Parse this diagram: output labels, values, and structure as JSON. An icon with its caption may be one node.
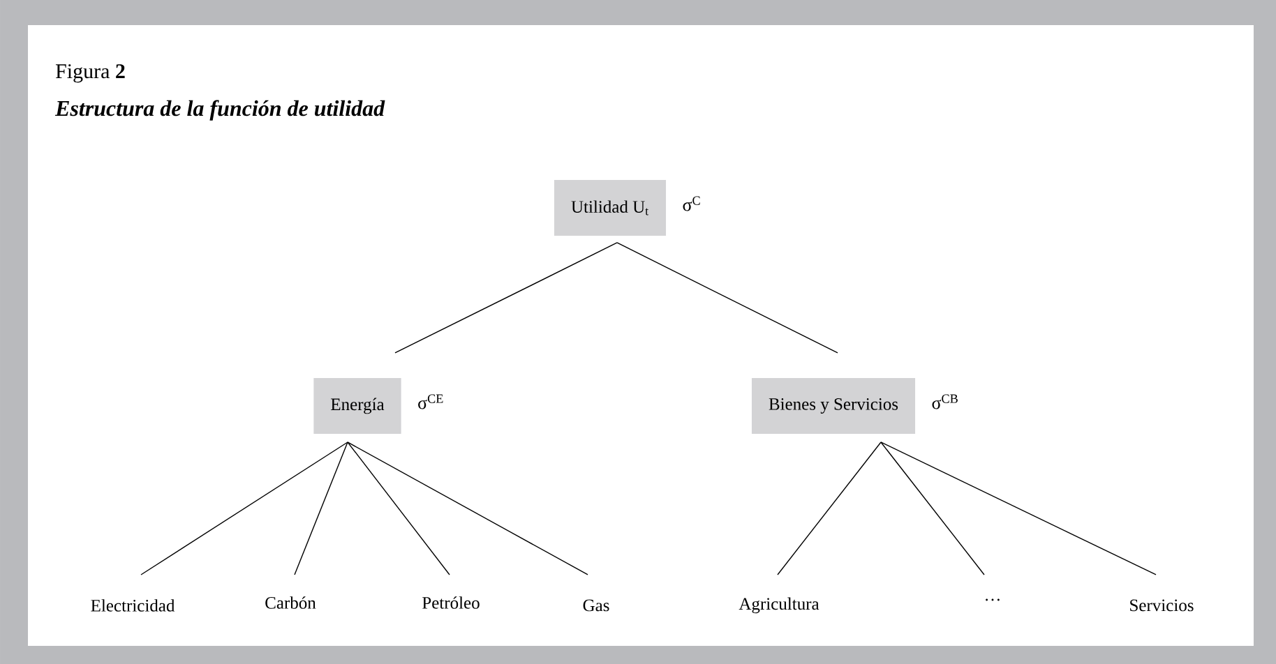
{
  "diagram": {
    "title": "Estructura de la función de utilidad",
    "nodes": [
      {
        "text": [
          "Utilidad U$_{t}$"
        ],
        "beside": [
          "σ$^{C}$"
        ]
      },
      {
        "text": [
          "Energía"
        ],
        "beside": [
          "σ$^{CE}$"
        ]
      },
      {
        "text": [
          "Bienes y Servicios"
        ],
        "beside": [
          "σ$^{CB}$"
        ]
      },
      {
        "text": [
          "Electricidad"
        ]
      },
      {
        "text": [
          "Carbón"
        ]
      },
      {
        "text": [
          "Petróleo"
        ]
      },
      {
        "text": [
          "Gas"
        ]
      },
      {
        "text": [
          "Agricultura"
        ]
      },
      {
        "text": [
          "…"
        ]
      },
      {
        "text": [
          "Servicios"
        ]
      }
    ],
    "edges": [
      {
        "from": 0,
        "to": 1,
        "arrow": "none"
      },
      {
        "from": 0,
        "to": 2,
        "arrow": "none"
      },
      {
        "from": 1,
        "to": 3,
        "arrow": "none"
      },
      {
        "from": 1,
        "to": 4,
        "arrow": "none"
      },
      {
        "from": 1,
        "to": 5,
        "arrow": "none"
      },
      {
        "from": 1,
        "to": 6,
        "arrow": "none"
      },
      {
        "from": 2,
        "to": 7,
        "arrow": "none"
      },
      {
        "from": 2,
        "to": 8,
        "arrow": "none"
      },
      {
        "from": 2,
        "to": 9,
        "arrow": "none"
      }
    ],
    "labels": [
      "Figura **2**"
    ]
  }
}
